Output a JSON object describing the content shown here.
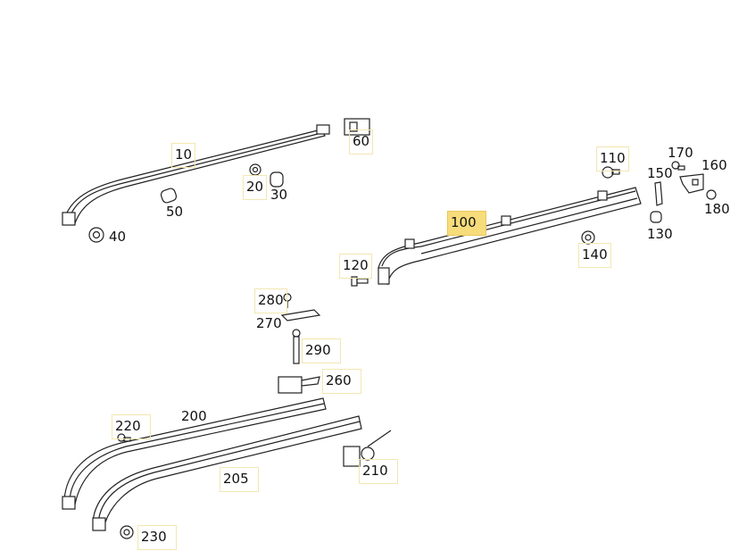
{
  "diagram": {
    "highlight_color": "#f7dc7c",
    "callouts": [
      {
        "id": "10",
        "text": "10"
      },
      {
        "id": "20",
        "text": "20"
      },
      {
        "id": "30",
        "text": "30"
      },
      {
        "id": "40",
        "text": "40"
      },
      {
        "id": "50",
        "text": "50"
      },
      {
        "id": "60",
        "text": "60"
      },
      {
        "id": "100",
        "text": "100",
        "highlighted": true
      },
      {
        "id": "110",
        "text": "110"
      },
      {
        "id": "120",
        "text": "120"
      },
      {
        "id": "130",
        "text": "130"
      },
      {
        "id": "140",
        "text": "140"
      },
      {
        "id": "150",
        "text": "150"
      },
      {
        "id": "160",
        "text": "160"
      },
      {
        "id": "170",
        "text": "170"
      },
      {
        "id": "180",
        "text": "180"
      },
      {
        "id": "200",
        "text": "200"
      },
      {
        "id": "205",
        "text": "205"
      },
      {
        "id": "210",
        "text": "210"
      },
      {
        "id": "220",
        "text": "220"
      },
      {
        "id": "230",
        "text": "230"
      },
      {
        "id": "260",
        "text": "260"
      },
      {
        "id": "270",
        "text": "270"
      },
      {
        "id": "280",
        "text": "280"
      },
      {
        "id": "290",
        "text": "290"
      }
    ]
  }
}
